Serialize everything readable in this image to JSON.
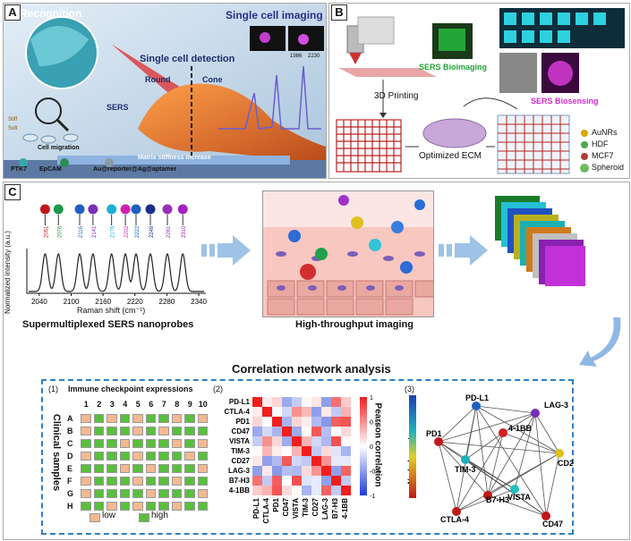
{
  "panelA": {
    "letter": "A",
    "recognition": "Recognition",
    "single_cell_imaging": "Single cell imaging",
    "single_cell_detection": "Single cell detection",
    "round": "Round",
    "cone": "Cone",
    "sers": "SERS",
    "cell_migration": "Cell migration",
    "matrix_stiffness": "Matrix stiffness increase",
    "soft": "Stiff",
    "stiff": "Soft",
    "legend_ptk7": "PTK7",
    "legend_epcam": "EpCAM",
    "legend_au": "Au@reporter@Ag@aptamer",
    "peak1": "1986",
    "peak2": "2230"
  },
  "panelB": {
    "letter": "B",
    "printing": "3D Printing",
    "sers_bioimaging": "SERS Bioimaging",
    "sers_biosensing": "SERS Biosensing",
    "optimized_ecm": "Optimized ECM",
    "legend": [
      "AuNRs",
      "HDF",
      "MCF7",
      "Spheroid"
    ]
  },
  "panelC": {
    "letter": "C",
    "ylabel": "Normalized intensity (a.u.)",
    "xlabel": "Raman shift (cm⁻¹)",
    "xticks": [
      "2040",
      "2100",
      "2160",
      "2220",
      "2280",
      "2340"
    ],
    "peaks": [
      "2051",
      "2076",
      "2116",
      "2141",
      "2176",
      "2202",
      "2222",
      "2249",
      "2281",
      "2310"
    ],
    "caption_left": "Supermultiplexed SERS nanoprobes",
    "caption_mid": "High-throughput imaging",
    "network_title": "Correlation network analysis",
    "sub1_num": "(1)",
    "sub1_title": "Immune checkpoint expressions",
    "sub1_ylabel": "Clinical samples",
    "sub1_cols": [
      "1",
      "2",
      "3",
      "4",
      "5",
      "6",
      "7",
      "8",
      "9",
      "10"
    ],
    "sub1_rows": [
      "A",
      "B",
      "C",
      "D",
      "E",
      "F",
      "G",
      "H"
    ],
    "legend_low": "low",
    "legend_high": "high",
    "sub2_num": "(2)",
    "sub2_labels": [
      "PD-L1",
      "CTLA-4",
      "PD1",
      "CD47",
      "VISTA",
      "TIM-3",
      "CD27",
      "LAG-3",
      "B7-H3",
      "4-1BB"
    ],
    "sub2_colorbar_title": "Pearson correlation",
    "sub2_cb_ticks": [
      "1",
      "0.5",
      "0",
      "-0.5",
      "-1"
    ],
    "sub3_num": "(3)",
    "sub3_ylabel": "Node Importance",
    "nodes": [
      "PD-L1",
      "LAG-3",
      "4-1BB",
      "PD1",
      "CD27",
      "TIM-3",
      "B7-H3",
      "VISTA",
      "CTLA-4",
      "CD47"
    ]
  }
}
